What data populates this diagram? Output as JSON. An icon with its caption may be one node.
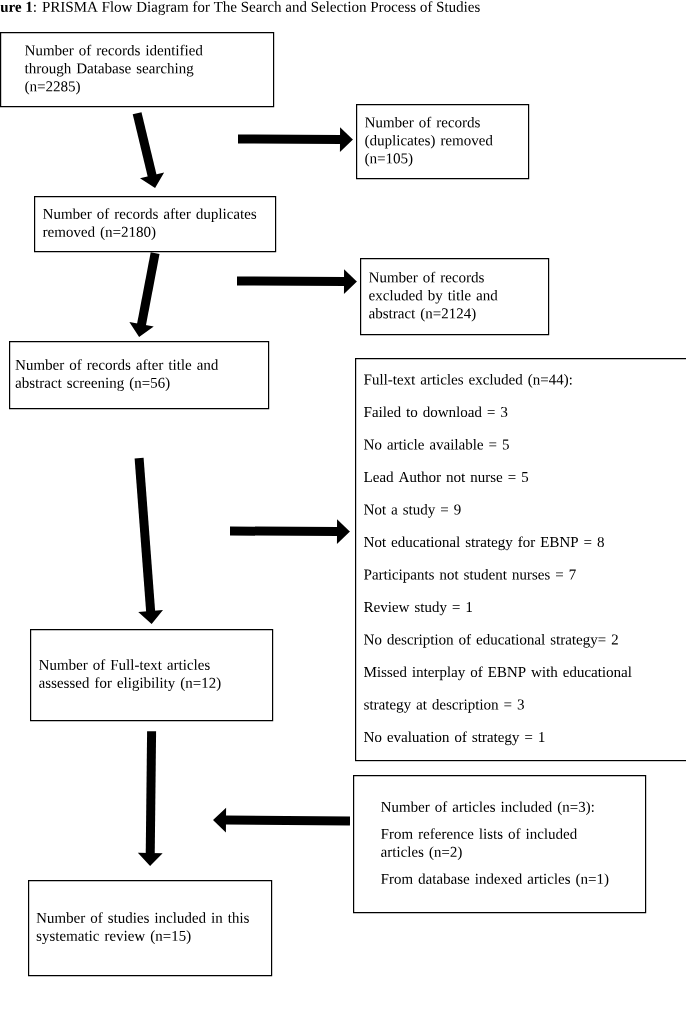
{
  "diagram": {
    "title": "**ure 1**: PRISMA Flow Diagram for The Search and Selection Process of Studies",
    "nodes": [
      {
        "text": [
          "Number of records identified through Database searching (n=2285)"
        ]
      },
      {
        "text": [
          "Number of records (duplicates) removed (n=105)"
        ]
      },
      {
        "text": [
          "Number of records after duplicates removed (n=2180)"
        ]
      },
      {
        "text": [
          "Number of records excluded by title and abstract (n=2124)"
        ]
      },
      {
        "text": [
          "Number of records after title and abstract screening (n=56)"
        ]
      },
      {
        "text": [
          "Full-text articles excluded (n=44):",
          "Failed to download = 3",
          "No article available = 5",
          "Lead Author not nurse = 5",
          "Not a study = 9",
          "Not educational strategy for EBNP = 8",
          "Participants not student nurses = 7",
          "Review study = 1",
          "No description of educational strategy= 2",
          "Missed interplay of EBNP with educational strategy at description = 3",
          "No evaluation of strategy = 1"
        ]
      },
      {
        "text": [
          "Number of Full-text articles assessed for eligibility (n=12)"
        ]
      },
      {
        "text": [
          "Number of articles included (n=3):",
          "From reference lists of included articles (n=2)",
          "From database indexed articles (n=1)"
        ]
      },
      {
        "text": [
          "Number of studies included in this systematic review (n=15)"
        ]
      }
    ],
    "edges": [
      {
        "from": 0,
        "to": 2,
        "arrow": "to"
      },
      {
        "from": null,
        "to": 1,
        "arrow": "to"
      },
      {
        "from": 2,
        "to": 4,
        "arrow": "to"
      },
      {
        "from": null,
        "to": 3,
        "arrow": "to"
      },
      {
        "from": 4,
        "to": 6,
        "arrow": "to"
      },
      {
        "from": null,
        "to": 5,
        "arrow": "to"
      },
      {
        "from": 6,
        "to": 8,
        "arrow": "to"
      },
      {
        "from": 7,
        "to": null,
        "arrow": "to"
      }
    ]
  }
}
